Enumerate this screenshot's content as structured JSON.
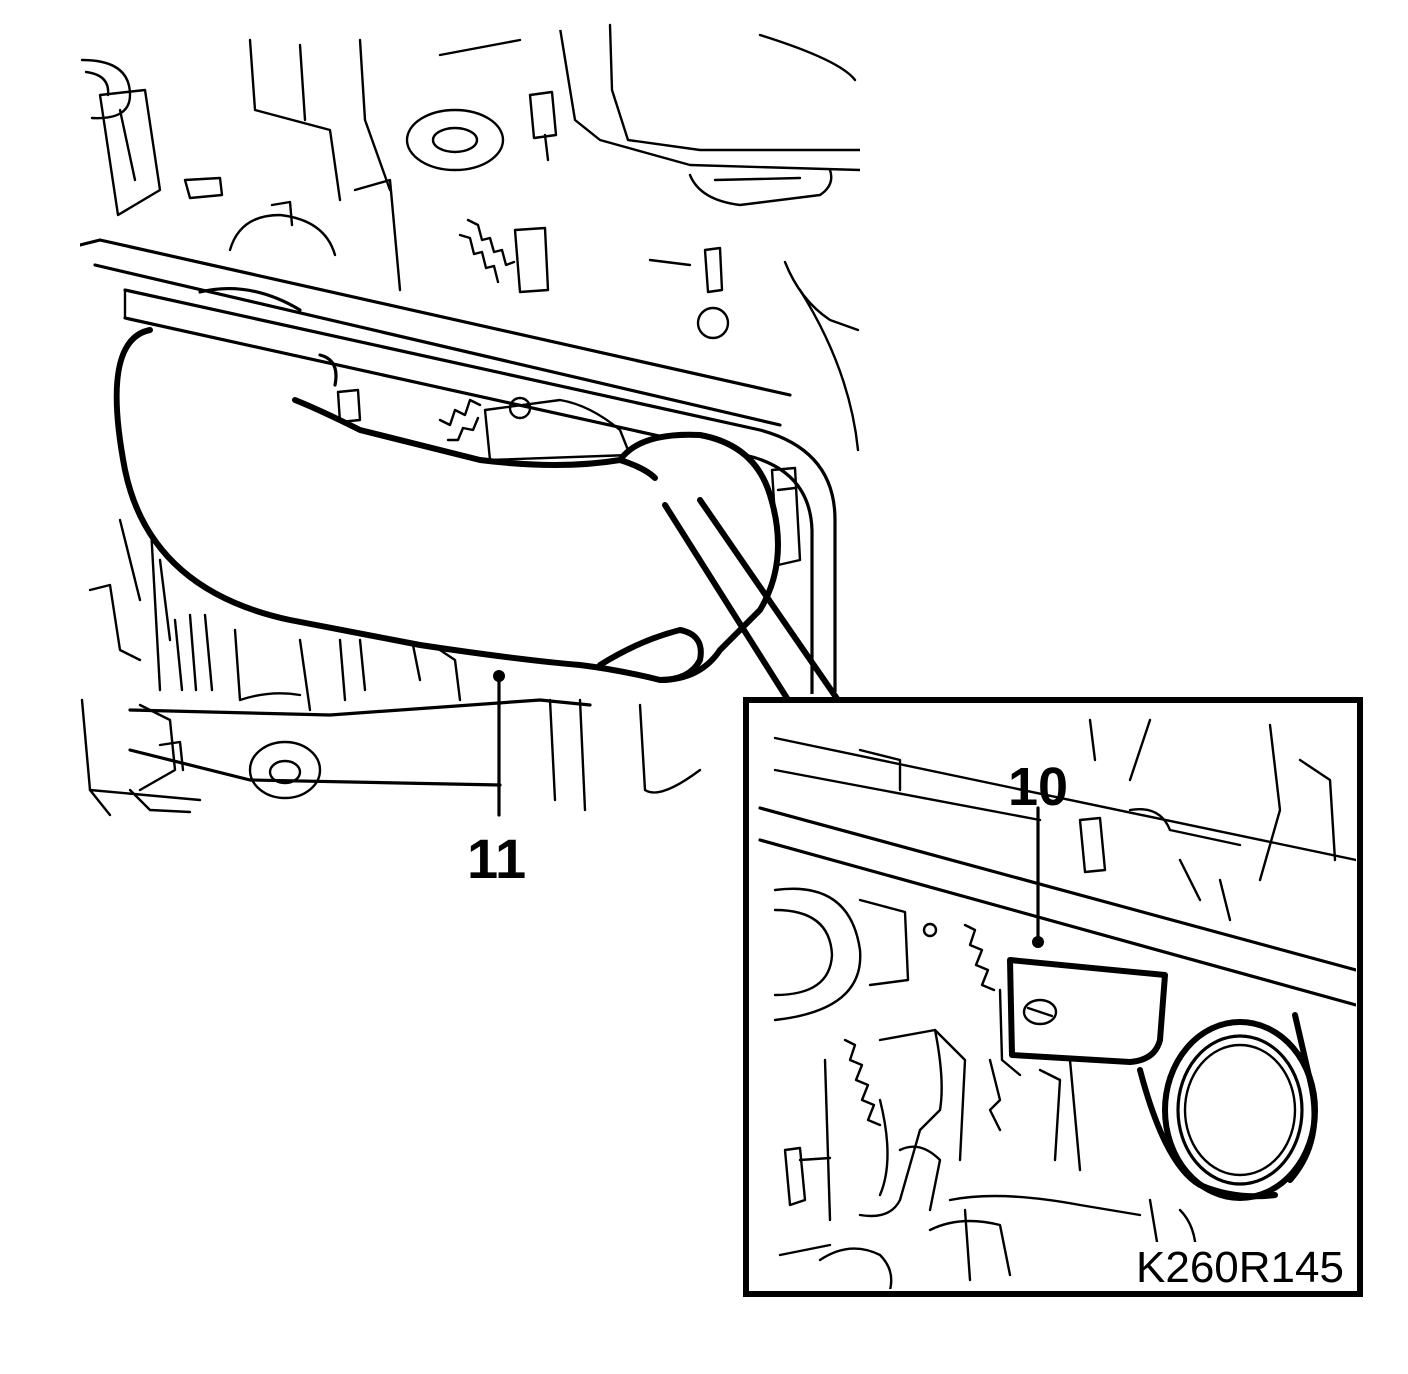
{
  "callouts": {
    "main_part": "11",
    "inset_part": "10"
  },
  "figure_code": "K260R145"
}
